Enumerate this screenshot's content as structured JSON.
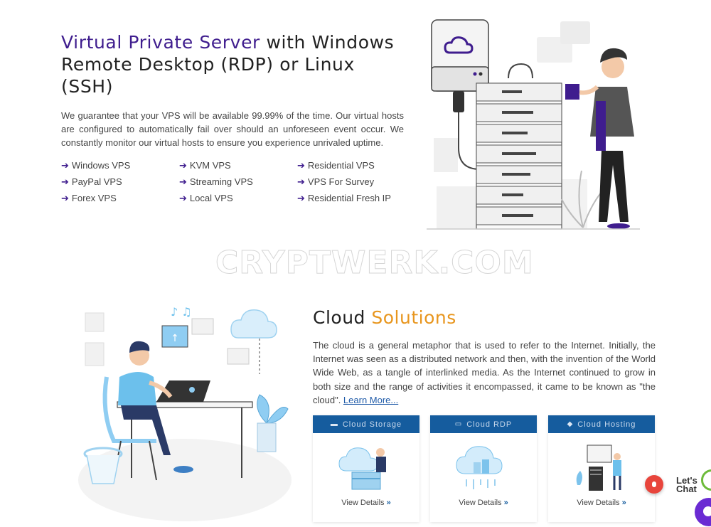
{
  "vps": {
    "title_accent": "Virtual Private Server",
    "title_rest": " with Windows Remote Desktop (RDP) or Linux (SSH)",
    "description": "We guarantee that your VPS will be available 99.99% of the time. Our virtual hosts are configured to automatically fail over should an unforeseen event occur. We constantly monitor our virtual hosts to ensure you experience unrivaled uptime.",
    "features": [
      "Windows VPS",
      "KVM VPS",
      "Residential VPS",
      "PayPal VPS",
      "Streaming VPS",
      "VPS For Survey",
      "Forex VPS",
      "Local VPS",
      "Residential Fresh IP"
    ],
    "accent_color": "#3f1d8e"
  },
  "watermark": "CRYPTWERK.COM",
  "cloud": {
    "title_plain": "Cloud ",
    "title_accent": "Solutions",
    "accent_color": "#e8961e",
    "description": "The cloud is a general metaphor that is used to refer to the Internet. Initially, the Internet was seen as a distributed network and then, with the invention of the World Wide Web, as a tangle of interlinked media. As the Internet continued to grow in both size and the range of activities it encompassed, it came to be known as \"the cloud\". ",
    "learn_more": "Learn More..."
  },
  "cards": [
    {
      "icon": "storage-icon",
      "title": "Cloud Storage",
      "link": "View Details"
    },
    {
      "icon": "desktop-icon",
      "title": "Cloud RDP",
      "link": "View Details"
    },
    {
      "icon": "server-icon",
      "title": "Cloud Hosting",
      "link": "View Details"
    }
  ],
  "card_header_color": "#155c9e",
  "chat": {
    "label_line1": "Let's",
    "label_line2": "Chat"
  }
}
